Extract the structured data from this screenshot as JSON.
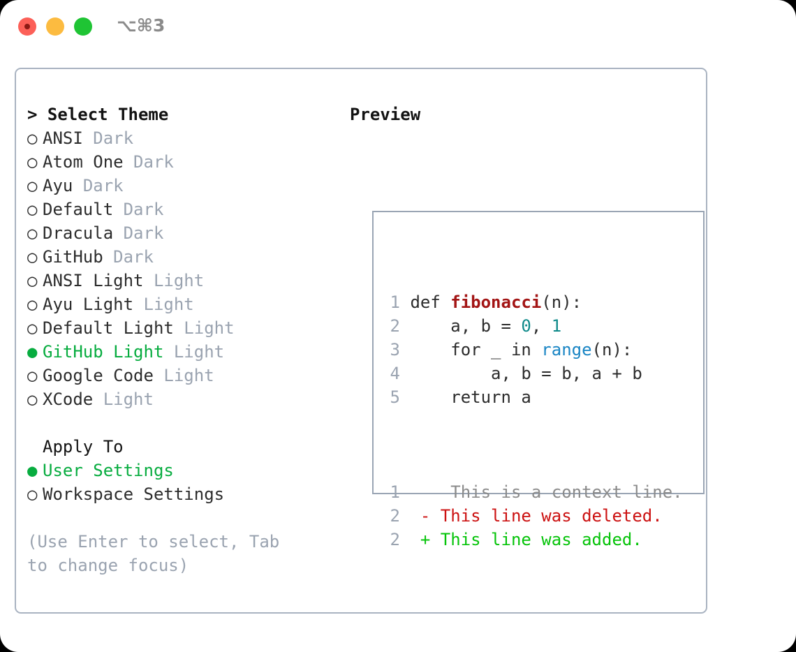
{
  "window": {
    "shortcut": "⌥⌘3",
    "traffic_lights": [
      "close",
      "minimize",
      "maximize"
    ]
  },
  "theme_picker": {
    "heading": "> Select Theme",
    "caret": ">",
    "items": [
      {
        "marker": "○",
        "name": "ANSI",
        "kind": "Dark",
        "selected": false
      },
      {
        "marker": "○",
        "name": "Atom One",
        "kind": "Dark",
        "selected": false
      },
      {
        "marker": "○",
        "name": "Ayu",
        "kind": "Dark",
        "selected": false
      },
      {
        "marker": "○",
        "name": "Default",
        "kind": "Dark",
        "selected": false
      },
      {
        "marker": "○",
        "name": "Dracula",
        "kind": "Dark",
        "selected": false
      },
      {
        "marker": "○",
        "name": "GitHub",
        "kind": "Dark",
        "selected": false
      },
      {
        "marker": "○",
        "name": "ANSI Light",
        "kind": "Light",
        "selected": false
      },
      {
        "marker": "○",
        "name": "Ayu Light",
        "kind": "Light",
        "selected": false
      },
      {
        "marker": "○",
        "name": "Default Light",
        "kind": "Light",
        "selected": false
      },
      {
        "marker": "●",
        "name": "GitHub Light",
        "kind": "Light",
        "selected": true
      },
      {
        "marker": "○",
        "name": "Google Code",
        "kind": "Light",
        "selected": false
      },
      {
        "marker": "○",
        "name": "XCode",
        "kind": "Light",
        "selected": false
      }
    ]
  },
  "apply_to": {
    "title": "Apply To",
    "items": [
      {
        "marker": "●",
        "name": "User Settings",
        "selected": true
      },
      {
        "marker": "○",
        "name": "Workspace Settings",
        "selected": false
      }
    ]
  },
  "hint": "(Use Enter to select, Tab to change focus)",
  "preview": {
    "heading": "Preview",
    "code_lines": [
      {
        "num": "1",
        "tokens": [
          {
            "t": " def ",
            "c": "plain"
          },
          {
            "t": "fibonacci",
            "c": "fn"
          },
          {
            "t": "(n):",
            "c": "plain"
          }
        ]
      },
      {
        "num": "2",
        "tokens": [
          {
            "t": "     a, b = ",
            "c": "plain"
          },
          {
            "t": "0",
            "c": "num"
          },
          {
            "t": ", ",
            "c": "plain"
          },
          {
            "t": "1",
            "c": "num"
          }
        ]
      },
      {
        "num": "3",
        "tokens": [
          {
            "t": "     for _ in ",
            "c": "plain"
          },
          {
            "t": "range",
            "c": "builtin"
          },
          {
            "t": "(n):",
            "c": "plain"
          }
        ]
      },
      {
        "num": "4",
        "tokens": [
          {
            "t": "         a, b = b, a + b",
            "c": "plain"
          }
        ]
      },
      {
        "num": "5",
        "tokens": [
          {
            "t": "     return a",
            "c": "plain"
          }
        ]
      }
    ],
    "diff_lines": [
      {
        "num": "1",
        "marker": " ",
        "text": "  This is a context line.",
        "kind": "context"
      },
      {
        "num": "2",
        "marker": "-",
        "text": " This line was deleted.",
        "kind": "del"
      },
      {
        "num": "2",
        "marker": "+",
        "text": " This line was added.",
        "kind": "add"
      }
    ]
  },
  "colors": {
    "accent_green": "#07ac3f",
    "muted": "#9aa3b0",
    "border": "#a9b3c1",
    "preview_border": "#9aa5b4",
    "diff_add": "#06c40a",
    "diff_del": "#cc1111",
    "code_fn": "#a31515",
    "code_num": "#0f8a8a",
    "code_builtin": "#1985c4"
  }
}
